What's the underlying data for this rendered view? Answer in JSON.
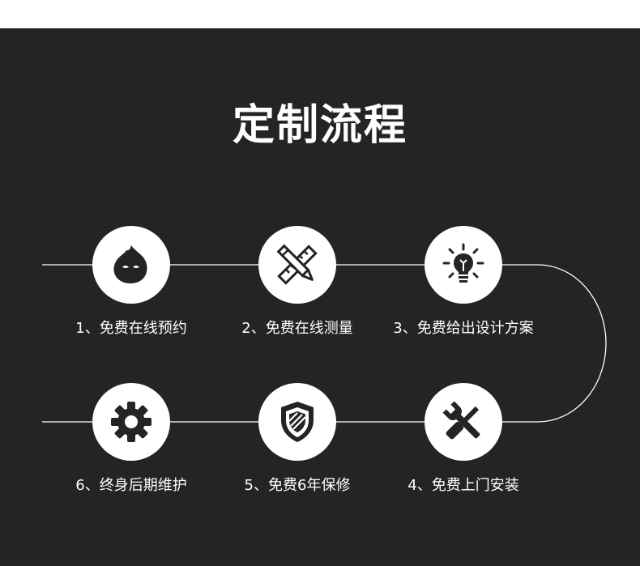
{
  "title": "定制流程",
  "colors": {
    "background": "#242424",
    "line": "#ffffff",
    "icon_bg": "#ffffff",
    "icon_fg": "#242424"
  },
  "steps": [
    {
      "label": "1、免费在线预约",
      "icon": "chat-bubble-icon"
    },
    {
      "label": "2、免费在线测量",
      "icon": "ruler-pencil-icon"
    },
    {
      "label": "3、免费给出设计方案",
      "icon": "lightbulb-icon"
    },
    {
      "label": "4、免费上门安装",
      "icon": "screwdriver-wrench-icon"
    },
    {
      "label": "5、免费6年保修",
      "icon": "shield-icon"
    },
    {
      "label": "6、终身后期维护",
      "icon": "gear-icon"
    }
  ]
}
